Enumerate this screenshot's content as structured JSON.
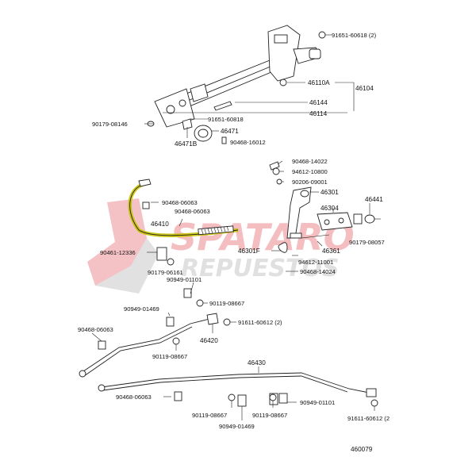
{
  "diagram": {
    "id_label": "460079",
    "highlight_color": "#c8c200",
    "watermark": {
      "brand": "SPATARO",
      "sub": "REPUESTOS",
      "color": "#d9343a"
    },
    "labels": {
      "l_91651_60618": "91651-60618 (2)",
      "l_46110A": "46110A",
      "l_46104": "46104",
      "l_46144": "46144",
      "l_46114": "46114",
      "l_90179_08146": "90179-08146",
      "l_91651_60818": "91651-60818",
      "l_46471": "46471",
      "l_46471B": "46471B",
      "l_90468_16012": "90468-16012",
      "l_90468_14022": "90468-14022",
      "l_94612_10800": "94612-10800",
      "l_90206_09001": "90206-09001",
      "l_46301": "46301",
      "l_46441": "46441",
      "l_90468_06063a": "90468-06063",
      "l_90468_06063b": "90468-06063",
      "l_46410": "46410",
      "l_46304": "46304",
      "l_90179_08057": "90179-08057",
      "l_90461_12336": "90461-12336",
      "l_46301F": "46301F",
      "l_46361": "46361",
      "l_94612_11001": "94612-11001",
      "l_90179_06161": "90179-06161",
      "l_90468_14024": "90468-14024",
      "l_90949_01101a": "90949-01101",
      "l_90119_08667a": "90119-08667",
      "l_90949_01469a": "90949-01469",
      "l_91611_60612a": "91611-60612 (2)",
      "l_90468_06063c": "90468-06063",
      "l_46420": "46420",
      "l_90119_08667b": "90119-08667",
      "l_46430": "46430",
      "l_90468_06063d": "90468-06063",
      "l_90949_01101b": "90949-01101",
      "l_90119_08667c": "90119-08667",
      "l_90119_08667d": "90119-08667",
      "l_91611_60612b": "91611-60612 (2",
      "l_90949_01469b": "90949-01469"
    }
  }
}
